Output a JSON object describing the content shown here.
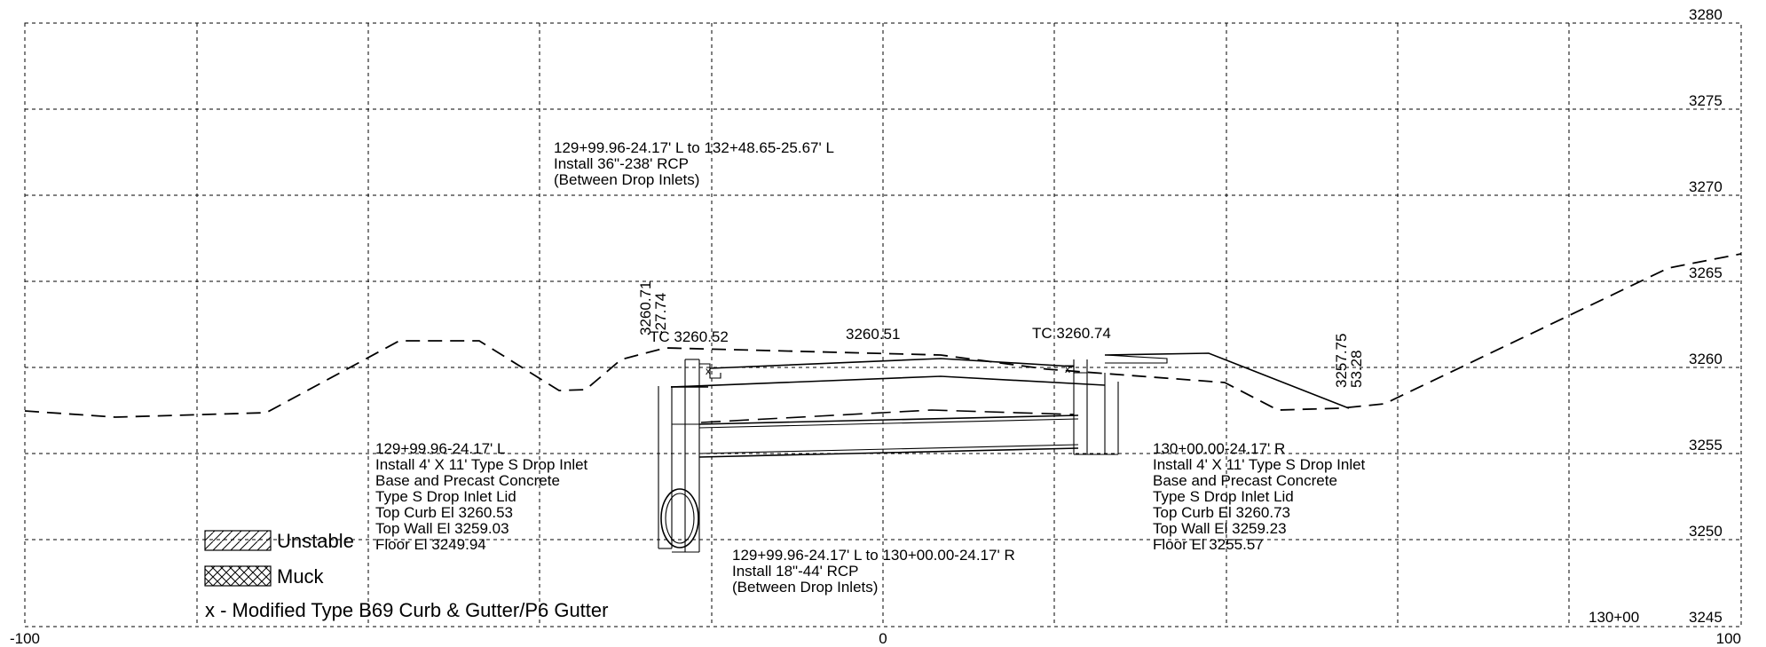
{
  "axis": {
    "x_ticks": [
      "-100",
      "0",
      "100"
    ],
    "y_ticks": [
      "3280",
      "3275",
      "3270",
      "3265",
      "3260",
      "3255",
      "3250",
      "3245"
    ],
    "station": "130+00"
  },
  "annotations": {
    "pipe36": {
      "lines": [
        "129+99.96-24.17' L to 132+48.65-25.67' L",
        "Install 36\"-238' RCP",
        "(Between Drop Inlets)"
      ]
    },
    "left_offset": {
      "lines": [
        "3260.71",
        "-27.74"
      ]
    },
    "right_offset": {
      "lines": [
        "3257.75",
        "53.28"
      ]
    },
    "tc_left": "TC 3260.52",
    "center_elev": "3260.51",
    "tc_right": "TC 3260.74",
    "inlet_left": {
      "lines": [
        "129+99.96-24.17' L",
        "Install 4' X 11' Type S Drop Inlet",
        "Base and Precast Concrete",
        "Type S Drop Inlet Lid",
        "Top Curb El 3260.53",
        "Top Wall El 3259.03",
        "Floor El 3249.94"
      ]
    },
    "inlet_right": {
      "lines": [
        "130+00.00-24.17' R",
        "Install 4' X 11' Type S Drop Inlet",
        "Base and Precast Concrete",
        "Type S Drop Inlet Lid",
        "Top Curb El 3260.73",
        "Top Wall El 3259.23",
        "Floor El 3255.57"
      ]
    },
    "pipe18": {
      "lines": [
        "129+99.96-24.17' L to 130+00.00-24.17' R",
        "Install 18\"-44' RCP",
        "(Between Drop Inlets)"
      ]
    },
    "curb_marker": "x",
    "curb_note": "x - Modified Type B69 Curb & Gutter/P6 Gutter"
  },
  "legend": {
    "items": [
      {
        "label": "Unstable",
        "pattern": "single-hatch"
      },
      {
        "label": "Muck",
        "pattern": "cross-hatch"
      }
    ]
  }
}
